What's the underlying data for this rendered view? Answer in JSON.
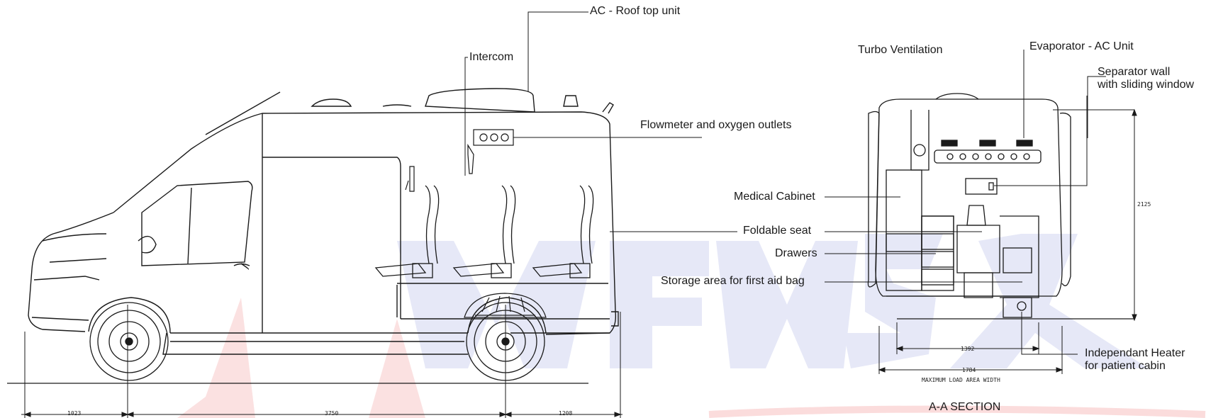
{
  "labels": {
    "ac_roof": "AC - Roof top unit",
    "intercom": "Intercom",
    "flowmeter": "Flowmeter and oxygen outlets",
    "turbo": "Turbo Ventilation",
    "evaporator": "Evaporator - AC Unit",
    "separator": "Separator wall\nwith sliding window",
    "medical_cabinet": "Medical Cabinet",
    "foldable_seat": "Foldable seat",
    "drawers": "Drawers",
    "storage": "Storage area for first aid bag",
    "heater": "Independant Heater\nfor patient cabin",
    "section_title": "A-A SECTION"
  },
  "dimensions": {
    "front_overhang": "1023",
    "wheelbase": "3750",
    "rear_overhang": "1208",
    "height": "2125",
    "inner_width": "1392",
    "max_width": "1784",
    "max_width_caption": "MAXIMUM LOAD AREA WIDTH"
  },
  "colors": {
    "line": "#1a1a1a",
    "watermark_blue": "#e4e6f7",
    "watermark_red": "#fbdcdc"
  }
}
